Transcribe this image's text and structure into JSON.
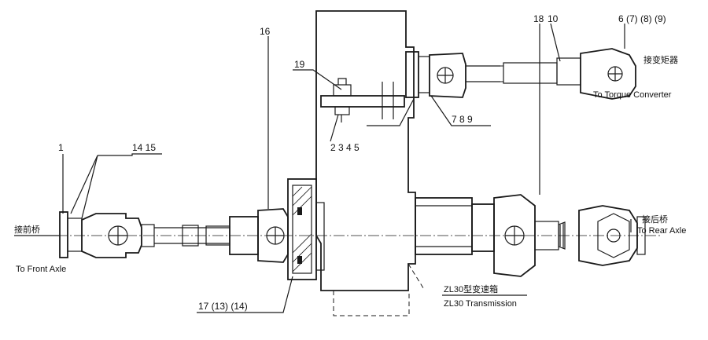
{
  "callouts": {
    "c1": "1",
    "c14_15": "14  15",
    "c16": "16",
    "c19": "19",
    "c2_5": "2  3  4  5",
    "c7_9": "7  8  9",
    "c18": "18",
    "c10": "10",
    "c6_9": "6  (7)  (8)  (9)",
    "c17": "17  (13)  (14)"
  },
  "labels": {
    "front_zh": "接前桥",
    "front_en": "To Front Axle",
    "rear_zh": "接后桥",
    "rear_en": "To Rear Axle",
    "torque_zh": "接变矩器",
    "torque_en": "To Torque Converter",
    "trans_zh": "ZL30型变速箱",
    "trans_en": "ZL30 Transmission"
  }
}
